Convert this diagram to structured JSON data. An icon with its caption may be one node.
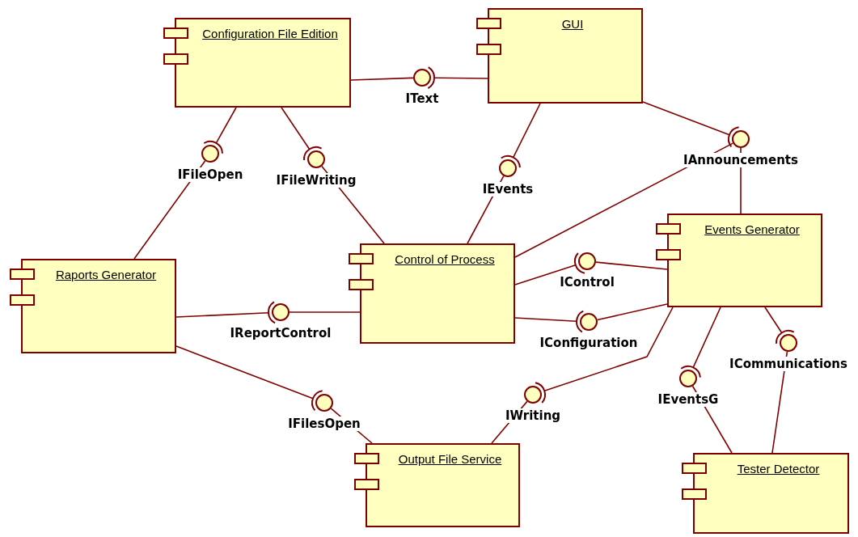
{
  "diagram": {
    "nodes": [
      {
        "text": [
          "Configuration File Edition"
        ]
      },
      {
        "text": [
          "GUI"
        ]
      },
      {
        "text": [
          "Raports Generator"
        ]
      },
      {
        "text": [
          "Control of Process"
        ]
      },
      {
        "text": [
          "Events Generator"
        ]
      },
      {
        "text": [
          "Output File Service"
        ]
      },
      {
        "text": [
          "Tester Detector"
        ]
      },
      {
        "text": [
          "IText"
        ]
      },
      {
        "text": [
          "IFileOpen"
        ]
      },
      {
        "text": [
          "IFileWriting"
        ]
      },
      {
        "text": [
          "IEvents"
        ]
      },
      {
        "text": [
          "IAnnouncements"
        ]
      },
      {
        "text": [
          "IControl"
        ]
      },
      {
        "text": [
          "IConfiguration"
        ]
      },
      {
        "text": [
          "IReportControl"
        ]
      },
      {
        "text": [
          "IFilesOpen"
        ]
      },
      {
        "text": [
          "IWriting"
        ]
      },
      {
        "text": [
          "IEventsG"
        ]
      },
      {
        "text": [
          "ICommunications"
        ]
      }
    ],
    "edges": [
      {
        "from": 0,
        "to": 7,
        "arrow": "none"
      },
      {
        "from": 1,
        "to": 7,
        "arrow": "other"
      },
      {
        "from": 0,
        "to": 8,
        "arrow": "other"
      },
      {
        "from": 2,
        "to": 8,
        "arrow": "none"
      },
      {
        "from": 0,
        "to": 9,
        "arrow": "other"
      },
      {
        "from": 3,
        "to": 9,
        "arrow": "none"
      },
      {
        "from": 1,
        "to": 10,
        "arrow": "other"
      },
      {
        "from": 3,
        "to": 10,
        "arrow": "none"
      },
      {
        "from": 1,
        "to": 11,
        "arrow": "other"
      },
      {
        "from": 3,
        "to": 11,
        "arrow": "none"
      },
      {
        "from": 4,
        "to": 11,
        "arrow": "none"
      },
      {
        "from": 3,
        "to": 12,
        "arrow": "other"
      },
      {
        "from": 4,
        "to": 12,
        "arrow": "none"
      },
      {
        "from": 3,
        "to": 13,
        "arrow": "other"
      },
      {
        "from": 4,
        "to": 13,
        "arrow": "none"
      },
      {
        "from": 2,
        "to": 14,
        "arrow": "other"
      },
      {
        "from": 3,
        "to": 14,
        "arrow": "none"
      },
      {
        "from": 2,
        "to": 15,
        "arrow": "other"
      },
      {
        "from": 5,
        "to": 15,
        "arrow": "none"
      },
      {
        "from": 4,
        "to": 16,
        "arrow": "other"
      },
      {
        "from": 5,
        "to": 16,
        "arrow": "none"
      },
      {
        "from": 4,
        "to": 17,
        "arrow": "other"
      },
      {
        "from": 6,
        "to": 17,
        "arrow": "none"
      },
      {
        "from": 4,
        "to": 18,
        "arrow": "other"
      },
      {
        "from": 6,
        "to": 18,
        "arrow": "none"
      }
    ]
  }
}
